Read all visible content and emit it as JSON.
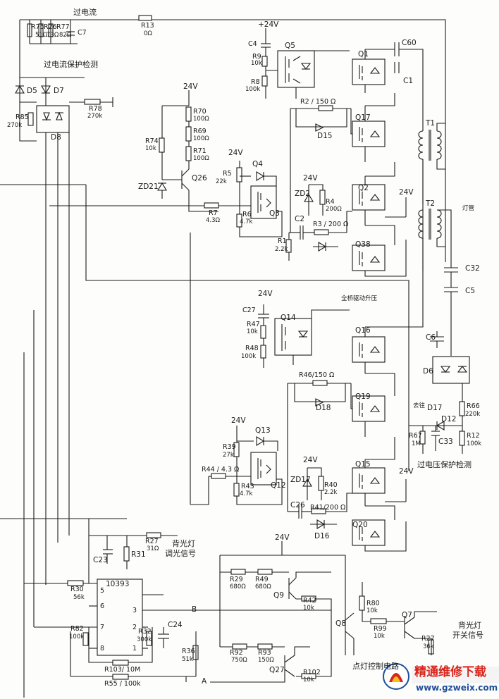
{
  "labels": {
    "over_current": "过电流",
    "over_current_detect": "过电流保护检测",
    "r75": "R75",
    "r75v": "51Ω",
    "r26": "R26",
    "r26v": "73Ω",
    "r77": "R77",
    "r77v": "82Ω",
    "c7": "C7",
    "r13": "R13",
    "r13v": "0Ω",
    "d5": "D5",
    "d7": "D7",
    "d8": "D8",
    "r85": "R85",
    "r85v": "270k",
    "r78": "R78",
    "r78v": "270k",
    "v24_a": "+24V",
    "c4": "C4",
    "r9": "R9",
    "r9v": "10k",
    "r8": "R8",
    "r8v": "100k",
    "q5": "Q5",
    "q1": "Q1",
    "c60": "C60",
    "c1": "C1",
    "r2": "R2 / 150 Ω",
    "d15": "D15",
    "q17": "Q17",
    "t1": "T1",
    "t2": "T2",
    "lamp": "灯管",
    "v24_b": "24V",
    "r70": "R70",
    "r70v": "100Ω",
    "r69": "R69",
    "r69v": "100Ω",
    "r71": "R71",
    "r71v": "100Ω",
    "r74": "R74",
    "r74v": "10k",
    "zd21": "ZD21",
    "q26": "Q26",
    "v24_c": "24V",
    "r5": "R5",
    "r5v": "22k",
    "q4": "Q4",
    "r7": "R7",
    "r7v": "4.3Ω",
    "r6": "R6",
    "r6v": "4.7k",
    "q3": "Q3",
    "v24_d": "24V",
    "zd2": "ZD2",
    "r4": "R4",
    "r4v": "200Ω",
    "q2": "Q2",
    "v24_e": "24V",
    "c2": "C2",
    "r3": "R3 / 200 Ω",
    "r1": "R1",
    "r1v": "2.2k",
    "q38": "Q38",
    "c32": "C32",
    "c5": "C5",
    "full_bridge": "全桥驱动升压",
    "v24_f": "24V",
    "c27": "C27",
    "r47": "R47",
    "r47v": "10k",
    "q14": "Q14",
    "r48": "R48",
    "r48v": "100k",
    "q16": "Q16",
    "c6": "C6",
    "d6": "D6",
    "r46": "R46/150 Ω",
    "d18": "D18",
    "q19": "Q19",
    "to": "去往",
    "d17": "D17",
    "d12": "D12",
    "r66": "R66",
    "r66v": "220k",
    "r67": "R67",
    "r67v": "1M",
    "c33": "C33",
    "r12": "R12",
    "r12v": "100k",
    "v24_g": "24V",
    "q13": "Q13",
    "r39": "R39",
    "r39v": "27k",
    "over_voltage_detect": "过电压保护检测",
    "r44": "R44 / 4.3 Ω",
    "q12": "Q12",
    "r43": "R43",
    "r43v": "4.7k",
    "v24_h": "24V",
    "zd17": "ZD17",
    "r40": "R40",
    "r40v": "2.2k",
    "q15": "Q15",
    "v24_i": "24V",
    "c26": "C26",
    "r41": "R41/200 Ω",
    "d16": "D16",
    "q20": "Q20",
    "r27a": "R27",
    "r27av": "31Ω",
    "backlight_dim_1": "背光灯",
    "backlight_dim_2": "调光信号",
    "c23": "C23",
    "r31": "R31",
    "ic": "10393",
    "v24_j": "24V",
    "r30": "R30",
    "r30v": "56k",
    "pin5": "5",
    "pin6": "6",
    "pin3": "3",
    "pin7": "7",
    "pin2": "2",
    "pin8": "8",
    "pin1": "1",
    "r82": "R82",
    "r82v": "100k",
    "r32": "R32",
    "r32v": "300k",
    "c24": "C24",
    "r36": "R36",
    "r36v": "51k",
    "r103": "R103/ 10M",
    "r55": "R55 / 100k",
    "r29": "R29",
    "r29v": "680Ω",
    "r49": "R49",
    "r49v": "680Ω",
    "q9": "Q9",
    "r42": "R42",
    "r42v": "10k",
    "r80": "R80",
    "r80v": "10k",
    "b": "B",
    "q8": "Q8",
    "r99": "R99",
    "r99v": "10k",
    "q7": "Q7",
    "backlight_sw_1": "背光灯",
    "backlight_sw_2": "开关信号",
    "r27b": "R27",
    "r27bv": "36k",
    "r92": "R92",
    "r92v": "750Ω",
    "r93": "R93",
    "r93v": "150Ω",
    "q27": "Q27",
    "r102": "R102",
    "r102v": "10k",
    "a": "A",
    "lamp_ctrl": "点灯控制电路",
    "brand": "精通维修下载",
    "site": "www.gzweix.com"
  },
  "colors": {
    "ink": "#1a1a1a",
    "brand_red": "#d9261c",
    "brand_blue": "#1f4f9c"
  }
}
